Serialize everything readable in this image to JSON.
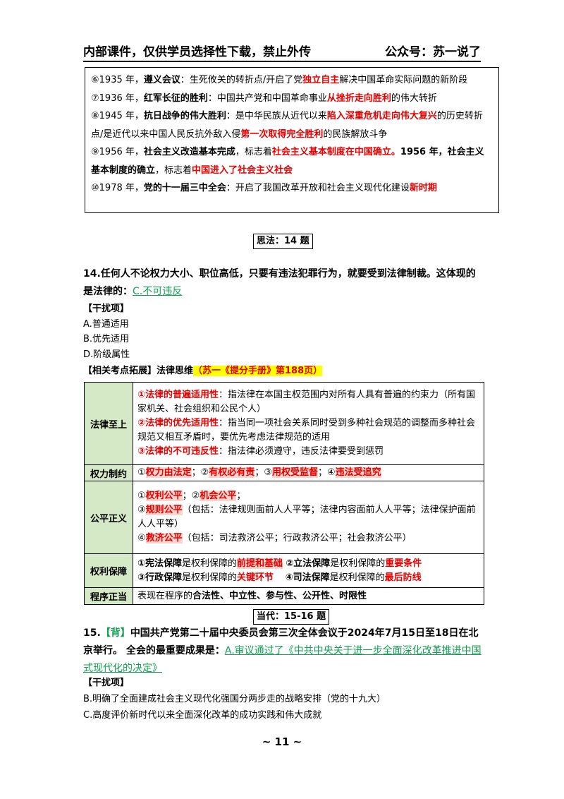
{
  "header": {
    "left": "内部课件，仅供学员选择性下载，禁止外传",
    "right": "公众号：苏一说了"
  },
  "history": {
    "l6_pre": "⑥1935 年，",
    "l6_bold": "遵义会议",
    "l6_mid": "：生死攸关的转折点/开启了党",
    "l6_red": "独立自主",
    "l6_post": "解决中国革命实际问题的新阶段",
    "l7_pre": "⑦1936 年，",
    "l7_bold": "红军长征的胜利",
    "l7_mid": "：中国共产党和中国革命事业",
    "l7_red": "从挫折走向胜利",
    "l7_post": "的伟大转折",
    "l8_pre": "⑧1945 年，",
    "l8_bold": "抗日战争的伟大胜利",
    "l8_mid": "：是中华民族从近代以来",
    "l8_red": "陷入深重危机走向伟大复兴",
    "l8_mid2": "的历史转折点/是近代以来中国人民反抗外敌入侵",
    "l8_red2": "第一次取得完全胜利",
    "l8_post": "的民族解放斗争",
    "l9_pre": "⑨1956 年，",
    "l9_bold": "社会主义改造基本完成",
    "l9_mid": "，标志着",
    "l9_red": "社会主义基本制度在中国确立。",
    "l9_mid2": "1956 年，",
    "l9_bold2": "社会主义基本制度的确立",
    "l9_mid3": "，标志着",
    "l9_red2": "中国进入了社会主义社会",
    "l10_pre": "⑩1978 年，",
    "l10_bold": "党的十一届三中全会",
    "l10_mid": "：开启了我国改革开放和社会主义现代化建设",
    "l10_red": "新时期"
  },
  "section1": "思法：14 题",
  "q14": {
    "text": "14.任何人不论权力大小、职位高低，只要有违法犯罪行为，就要受到法律制裁。这体现的是法律的：",
    "answer": "C.不可违反",
    "distract_label": "【干扰项】",
    "options": [
      "A.普通适用",
      "B.优先适用",
      "D.阶级属性"
    ],
    "ext_label": "【相关考点拓展】法律思维",
    "ext_ref": "（苏一《提分手册》第188页）"
  },
  "law_table": {
    "r1_key": "法律至上",
    "r1_a_red": "①法律的普遍适用性",
    "r1_a_text": "：指法律在本国主权范围内对所有人具有普遍的约束力（所有国家机关、社会组织和公民个人）",
    "r1_b_red": "②法律的优先适用性",
    "r1_b_text": "：指当同一项社会关系同时受到多种社会规范的调整而多种社会规范又相互矛盾时，要优先考虑法律规范的适用",
    "r1_c_red": "③法律的不可违反性",
    "r1_c_text": "：指法律必须遵守，违反法律要受到惩罚",
    "r2_key": "权力制约",
    "r2_a_pre": "①",
    "r2_a": "权力由法定",
    "r2_b_pre": "；②",
    "r2_b": "有权必有责",
    "r2_c_pre": "；③",
    "r2_c": "用权受监督",
    "r2_d_pre": "；④",
    "r2_d": "违法受追究",
    "r3_key": "公平正义",
    "r3_a_pre": "①",
    "r3_a": "权利公平",
    "r3_a_mid": "；②",
    "r3_b": "机会公平",
    "r3_b_post": "；",
    "r3_c_pre": "③",
    "r3_c": "规则公平",
    "r3_c_text": "（包括：法律规则面前人人平等；法律内容面前人人平等；法律保护面前人人平等）",
    "r3_d_pre": "④",
    "r3_d": "救济公平",
    "r3_d_text": "（包括：司法救济公平；行政救济公平；社会救济公平）",
    "r4_key": "权利保障",
    "r4_a_b": "①宪法保障",
    "r4_a_t": "是权利保障的",
    "r4_a_r": "前提和基础",
    "r4_b_b": "②立法保障",
    "r4_b_t": "是权利保障的",
    "r4_b_r": "重要条件",
    "r4_c_b": "③行政保障",
    "r4_c_t": "是权利保障的",
    "r4_c_r": "关键环节",
    "r4_d_b": "④司法保障",
    "r4_d_t": "是权利保障的",
    "r4_d_r": "最后防线",
    "r5_key": "程序正当",
    "r5_pre": "表现在程序的",
    "r5_bold": "合法性、中立性、参与性、公开性、时限性"
  },
  "section2": "当代：15-16 题",
  "q15": {
    "num": "15.",
    "tag": "【背】",
    "text": "中国共产党第二十届中央委员会第三次全体会议于2024年7月15日至18日在北京举行。 全会的最重要成果是：",
    "answer": "A.审议通过了《中共中央关于进一步全面深化改革推进中国式现代化的决定》",
    "distract_label": "【干扰项】",
    "options": [
      "B.明确了全面建成社会主义现代化强国分两步走的战略安排（党的十九大）",
      "C.高度评价新时代以来全面深化改革的成功实践和伟大成就"
    ]
  },
  "footer": "~ 11 ~"
}
